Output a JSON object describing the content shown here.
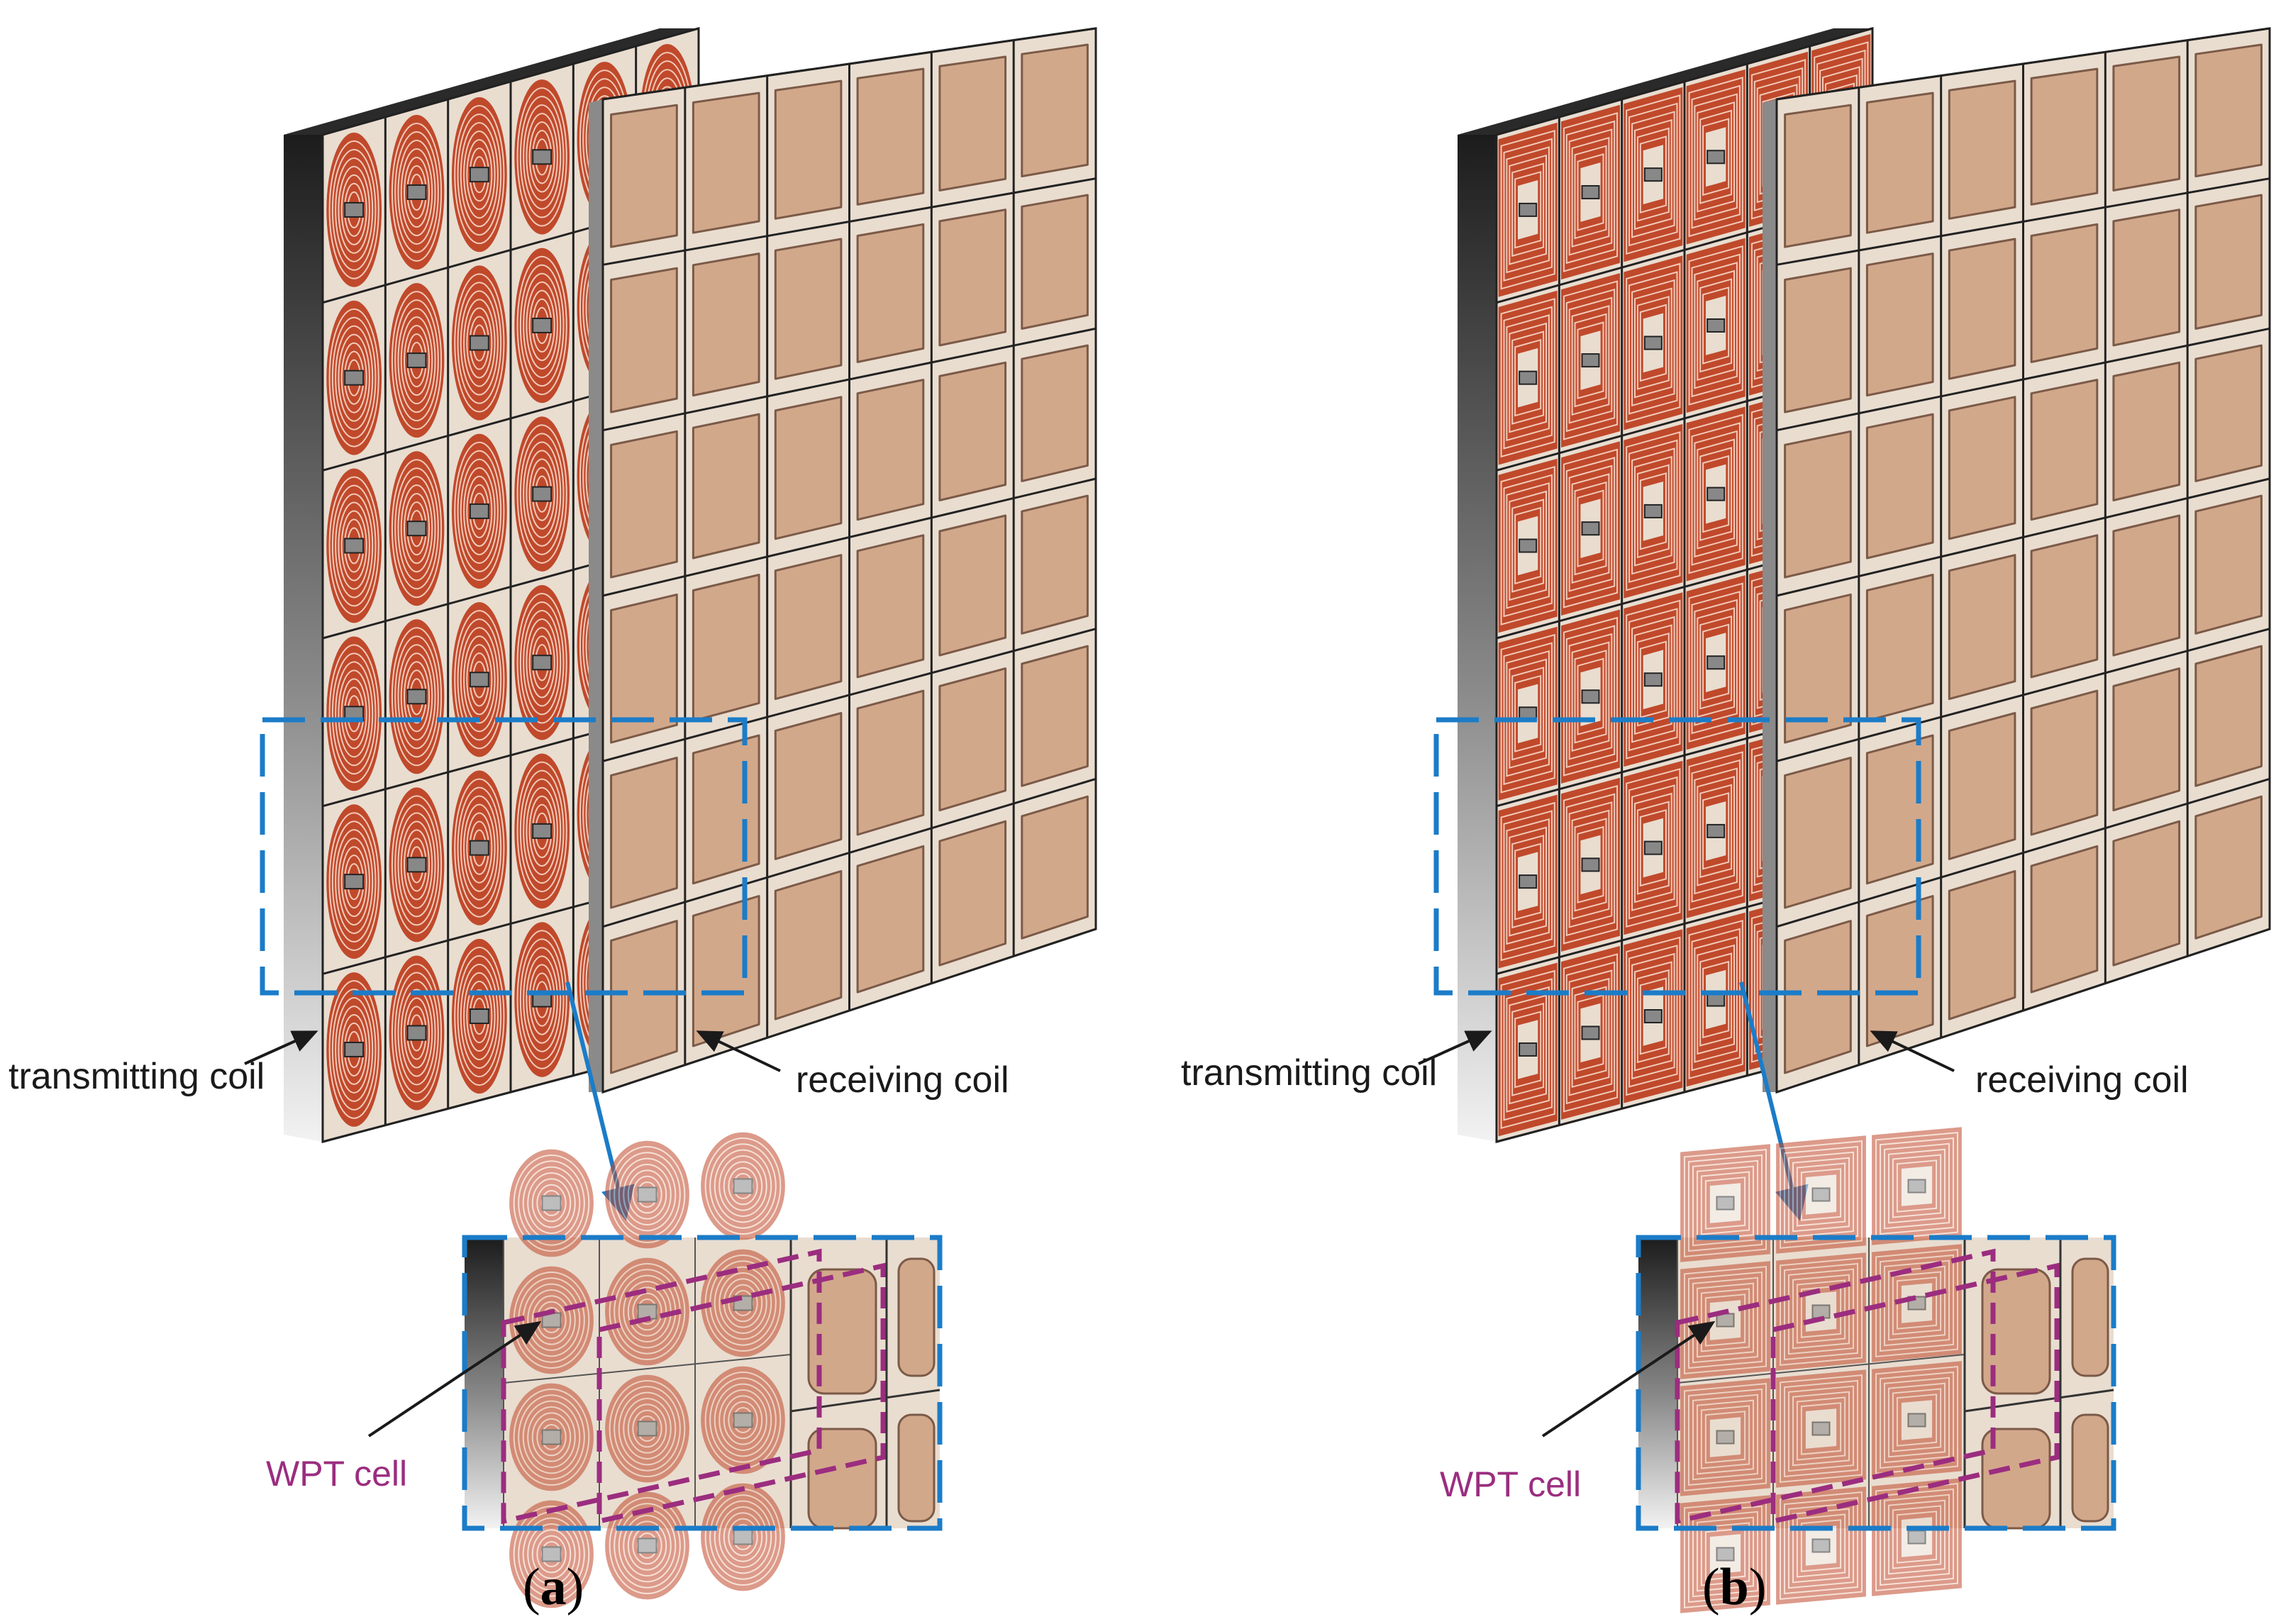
{
  "panels": [
    {
      "id": "a",
      "coil_shape": "circular",
      "label_open": "(",
      "label_letter": "a",
      "label_close": ")",
      "transmitting_label": "transmitting coil",
      "receiving_label": "receiving coil",
      "cell_label": "WPT cell"
    },
    {
      "id": "b",
      "coil_shape": "square",
      "label_open": "(",
      "label_letter": "b",
      "label_close": ")",
      "transmitting_label": "transmitting coil",
      "receiving_label": "receiving coil",
      "cell_label": "WPT cell"
    }
  ],
  "colors": {
    "coil": "#c0492b",
    "coil_light": "#e4a58d",
    "panel_bg": "#e9ddd0",
    "receiver_pad": "#d2a88b",
    "highlight_box": "#1b7cc8",
    "cell_outline": "#9b2d7f",
    "grid_line": "#222222"
  },
  "icons": [
    "arrow-icon",
    "zoom-arrow-icon"
  ]
}
